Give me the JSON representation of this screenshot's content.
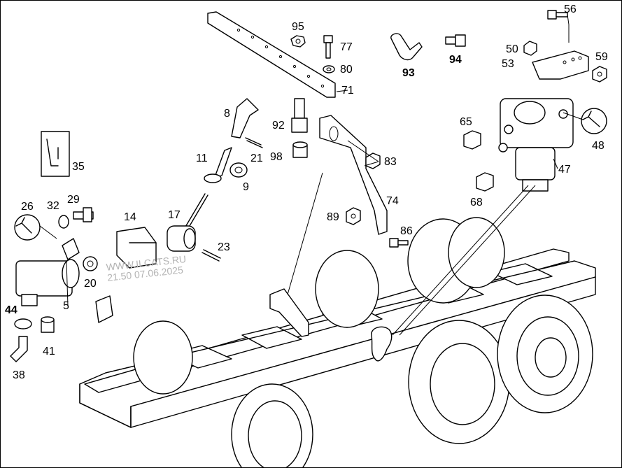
{
  "watermark": {
    "line1": "WWW.ILCATS.RU",
    "line2": "21.50 07.06.2025"
  },
  "labels": [
    {
      "id": "56",
      "text": "56",
      "bold": false
    },
    {
      "id": "95",
      "text": "95",
      "bold": false
    },
    {
      "id": "77",
      "text": "77",
      "bold": false
    },
    {
      "id": "80",
      "text": "80",
      "bold": false
    },
    {
      "id": "71",
      "text": "71",
      "bold": false
    },
    {
      "id": "93",
      "text": "93",
      "bold": true
    },
    {
      "id": "94",
      "text": "94",
      "bold": true
    },
    {
      "id": "50",
      "text": "50",
      "bold": false
    },
    {
      "id": "53",
      "text": "53",
      "bold": false
    },
    {
      "id": "59",
      "text": "59",
      "bold": false
    },
    {
      "id": "8",
      "text": "8",
      "bold": false
    },
    {
      "id": "92",
      "text": "92",
      "bold": false
    },
    {
      "id": "65",
      "text": "65",
      "bold": false
    },
    {
      "id": "48",
      "text": "48",
      "bold": false
    },
    {
      "id": "21",
      "text": "21",
      "bold": false
    },
    {
      "id": "98",
      "text": "98",
      "bold": false
    },
    {
      "id": "83",
      "text": "83",
      "bold": false
    },
    {
      "id": "35",
      "text": "35",
      "bold": false
    },
    {
      "id": "11",
      "text": "11",
      "bold": false
    },
    {
      "id": "9",
      "text": "9",
      "bold": false
    },
    {
      "id": "47",
      "text": "47",
      "bold": false
    },
    {
      "id": "68",
      "text": "68",
      "bold": false
    },
    {
      "id": "74",
      "text": "74",
      "bold": false
    },
    {
      "id": "26",
      "text": "26",
      "bold": false
    },
    {
      "id": "32",
      "text": "32",
      "bold": false
    },
    {
      "id": "29",
      "text": "29",
      "bold": false
    },
    {
      "id": "14",
      "text": "14",
      "bold": false
    },
    {
      "id": "17",
      "text": "17",
      "bold": false
    },
    {
      "id": "89",
      "text": "89",
      "bold": false
    },
    {
      "id": "86",
      "text": "86",
      "bold": false
    },
    {
      "id": "23",
      "text": "23",
      "bold": false
    },
    {
      "id": "20",
      "text": "20",
      "bold": false
    },
    {
      "id": "5",
      "text": "5",
      "bold": false
    },
    {
      "id": "44",
      "text": "44",
      "bold": true
    },
    {
      "id": "41",
      "text": "41",
      "bold": false
    },
    {
      "id": "38",
      "text": "38",
      "bold": false
    }
  ],
  "icons": {
    "wrench_icons": [
      "wrench-icon",
      "wrench-icon"
    ],
    "info_card": "instruction-card-icon"
  }
}
